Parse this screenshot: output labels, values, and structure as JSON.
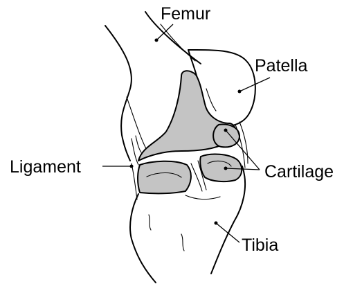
{
  "labels": {
    "femur": "Femur",
    "patella": "Patella",
    "ligament": "Ligament",
    "cartilage": "Cartilage",
    "tibia": "Tibia"
  },
  "colors": {
    "line": "#000000",
    "cartilage_fill": "#c4c4c4",
    "background": "#ffffff"
  }
}
